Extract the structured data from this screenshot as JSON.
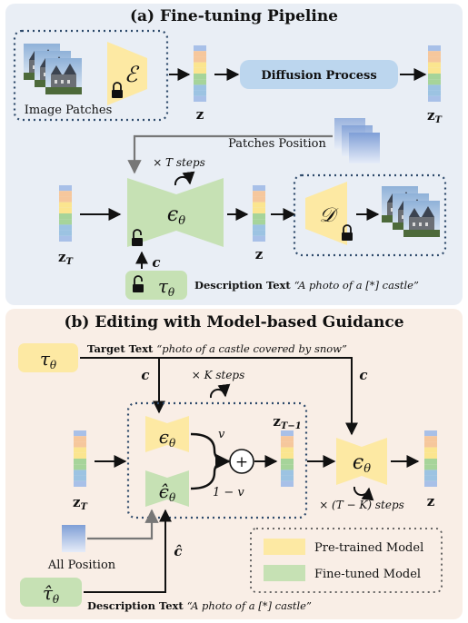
{
  "panel_a": {
    "title": "(a) Fine-tuning Pipeline",
    "image_patches_label": "Image Patches",
    "encoder_symbol": "ℰ",
    "z_label": "z",
    "zT_label": "z",
    "zT_sub": "T",
    "diffusion_label": "Diffusion Process",
    "patches_position_label": "Patches Position",
    "t_steps_label": "× T steps",
    "unet_symbol": "ϵ",
    "unet_sub": "θ",
    "decoder_symbol": "𝒟",
    "c_label": "c",
    "tau_symbol": "τ",
    "tau_sub": "θ",
    "description_bold": "Description Text",
    "description_italic": "“A photo of a [*] castle”"
  },
  "panel_b": {
    "title": "(b) Editing with Model-based Guidance",
    "tau_symbol": "τ",
    "tau_sub": "θ",
    "target_bold": "Target Text",
    "target_italic": "“photo of a castle covered by snow”",
    "c_label_left": "c",
    "c_label_right": "c",
    "k_steps_label": "× K steps",
    "unet_symbol": "ϵ",
    "unet_sub": "θ",
    "unet_hat_symbol": "ϵ̂",
    "v_label": "v",
    "one_minus_v_label": "1 − v",
    "plus_symbol": "+",
    "zT1_label": "z",
    "zT1_sub": "T−1",
    "tk_steps_label": "× (T − K) steps",
    "zT_label": "z",
    "zT_sub": "T",
    "z_label": "z",
    "all_position_label": "All Position",
    "chat_label": "ĉ",
    "tau_hat_symbol": "τ̂",
    "description_bold": "Description Text",
    "description_italic": "“A photo of a [*] castle”",
    "legend_pretrained": "Pre-trained Model",
    "legend_finetuned": "Fine-tuned Model"
  },
  "colors": {
    "pretrained": "#fde9a3",
    "finetuned": "#c6e1b4",
    "diffusion_box": "#bcd6ee",
    "dotted_border": "#2e4a6b",
    "panel_a_bg": "#e9eef5",
    "panel_b_bg": "#f9eee6",
    "vector_stack": [
      "#a8c0e8",
      "#f6c79c",
      "#fbe58f",
      "#a6d49a",
      "#9cc3e2"
    ]
  }
}
